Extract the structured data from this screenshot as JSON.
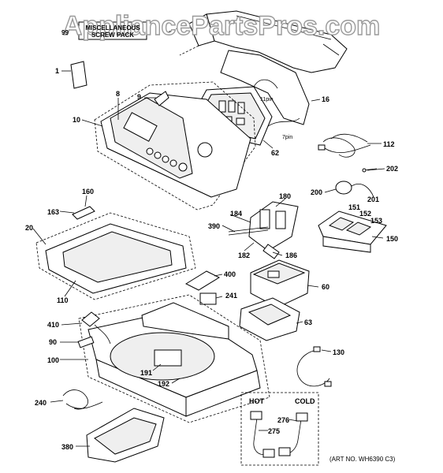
{
  "watermark": "AppliancePartsPros.com",
  "misc_box": {
    "ref": "99",
    "line1": "MISCELLANEOUS",
    "line2": "SCREW PACK"
  },
  "art_note": "(ART NO. WH6390 C3)",
  "parts": {
    "p1": "1",
    "p8": "8",
    "p9": "9",
    "p10": "10",
    "p16": "16",
    "p62": "62",
    "pin11": "11pin",
    "pin7": "7pin",
    "p112": "112",
    "p202": "202",
    "p200": "200",
    "p201": "201",
    "p160": "160",
    "p163": "163",
    "p20": "20",
    "p110": "110",
    "p184": "184",
    "p180": "180",
    "p390": "390",
    "p182": "182",
    "p186": "186",
    "p151": "151",
    "p152": "152",
    "p153": "153",
    "p150": "150",
    "p400": "400",
    "p60": "60",
    "p241": "241",
    "p63": "63",
    "p410": "410",
    "p90": "90",
    "p100": "100",
    "p130": "130",
    "p191": "191",
    "p192": "192",
    "p240": "240",
    "p380": "380",
    "hot": "HOT",
    "cold": "COLD",
    "p276": "276",
    "p275": "275"
  }
}
